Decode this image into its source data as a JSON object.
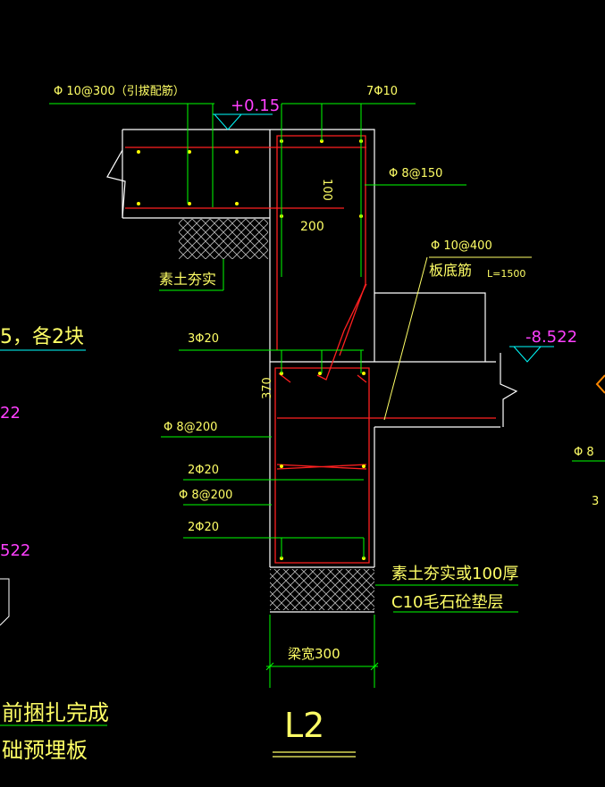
{
  "drawing": {
    "title": "L2",
    "labels": {
      "top_left_rebar": "Φ 10@300（引拔配筋）",
      "elev_top": "+0.15",
      "top_bars": "7Φ10",
      "stirrup_upper": "Φ 8@150",
      "dim_100": "100",
      "dim_200": "200",
      "soil_compacted": "素土夯实",
      "slab_rebar": "Φ 10@400",
      "slab_bottom": "板底筋",
      "slab_length": "L=1500",
      "beam_top_bars": "3Φ20",
      "elev_right": "-8.522",
      "dim_370": "370",
      "stirrup_lower_1": "Φ 8@200",
      "mid_bars": "2Φ20",
      "stirrup_lower_2": "Φ 8@200",
      "bottom_bars": "2Φ20",
      "base_note_1": "素土夯实或100厚",
      "base_note_2": "C10毛石砼垫层",
      "beam_width": "梁宽300"
    },
    "left_fragments": {
      "note_blocks": "5，各2块",
      "elev_22": "22",
      "elev_522": "522",
      "note_bind": "前捆扎完成",
      "note_embed": "础预埋板"
    },
    "right_fragments": {
      "phi_8": "Φ 8",
      "bar_3": "3"
    },
    "colors": {
      "background": "#000000",
      "outline": "#ffffff",
      "rebar": "#ff2020",
      "leader": "#00ff00",
      "text": "#ffff66",
      "elevation": "#ff40ff",
      "dimension": "#00ffff"
    }
  }
}
